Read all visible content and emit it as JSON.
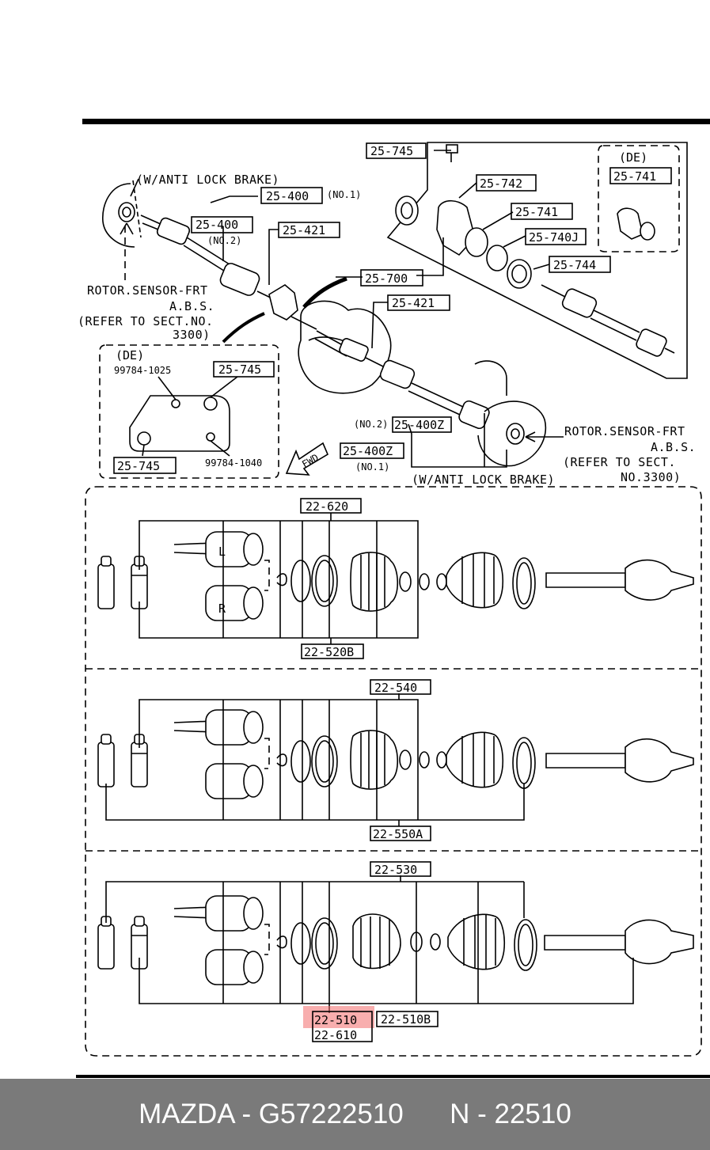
{
  "labels": {
    "p25745_top": "25-745",
    "anti_lock_top": "(W/ANTI LOCK BRAKE)",
    "p25400_no1": "25-400",
    "no1_a": "(NO.1)",
    "p25400_no2": "25-400",
    "no2_a": "(NO.2)",
    "p25421_a": "25-421",
    "p25742": "25-742",
    "de_top": "(DE)",
    "p25741_de": "25-741",
    "p25741": "25-741",
    "p25740j": "25-740J",
    "p25744": "25-744",
    "p25700": "25-700",
    "p25421_b": "25-421",
    "rotor_left_1": "ROTOR.SENSOR-FRT",
    "rotor_left_2": "A.B.S.",
    "rotor_left_3": "(REFER TO SECT.NO.",
    "rotor_left_4": "3300)",
    "de_bottom": "(DE)",
    "n99784_1025": "99784-1025",
    "p25745_de_a": "25-745",
    "p25745_de_b": "25-745",
    "n99784_1040": "99784-1040",
    "fwd": "FWD",
    "no2_b": "(NO.2)",
    "p25400z_no2": "25-400Z",
    "p25400z_no1": "25-400Z",
    "no1_b": "(NO.1)",
    "anti_lock_bottom": "(W/ANTI LOCK BRAKE)",
    "rotor_right_1": "ROTOR.SENSOR-FRT",
    "rotor_right_2": "A.B.S.",
    "rotor_right_3": "(REFER TO SECT.",
    "rotor_right_4": "NO.3300)",
    "p22620": "22-620",
    "p22520b": "22-520B",
    "joint_l": "L",
    "joint_r": "R",
    "p22540": "22-540",
    "p22550a": "22-550A",
    "p22530": "22-530",
    "p22510": "22-510",
    "p22510b": "22-510B",
    "p22610": "22-610"
  },
  "highlight": {
    "part": "22-510",
    "color": "#f26b6b"
  },
  "footer": {
    "text": "MAZDA - G57222510      N - 22510"
  }
}
